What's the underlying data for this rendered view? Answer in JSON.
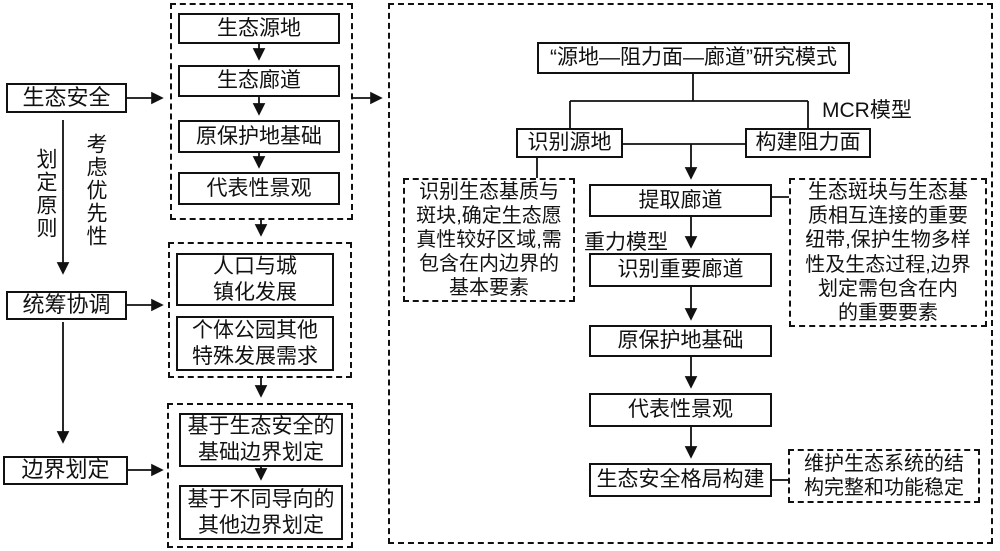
{
  "figure": {
    "left": {
      "eco_security": "生态安全",
      "principles_vertical": "划定原则",
      "priority_vertical": "考虑优先性",
      "coordination": "统筹协调",
      "boundary": "边界划定"
    },
    "middle": {
      "priority_items": [
        "生态源地",
        "生态廊道",
        "原保护地基础",
        "代表性景观"
      ],
      "coordination_items": [
        "人口与城\n镇化发展",
        "个体公园其他\n特殊发展需求"
      ],
      "boundary_items": [
        "基于生态安全的\n基础边界划定",
        "基于不同导向的\n其他边界划定"
      ]
    },
    "right": {
      "title": "“源地—阻力面—廊道”研究模式",
      "mcr_label": "MCR模型",
      "identify_source": "识别源地",
      "build_resistance": "构建阻力面",
      "extract_corridor": "提取廊道",
      "gravity_label": "重力模型",
      "important_corridor": "识别重要廊道",
      "protected_base": "原保护地基础",
      "landscape": "代表性景观",
      "esp_construction": "生态安全格局构建",
      "note_source": "识别生态基质与\n斑块,确定生态愿\n真性较好区域,需\n包含在内边界的\n基本要素",
      "note_corridor": "生态斑块与生态基\n质相互连接的重要\n纽带,保护生物多样\n性及生态过程,边界\n划定需包含在内\n的重要要素",
      "note_esp": "维护生态系统的结\n构完整和功能稳定"
    },
    "colors": {
      "line": "#111111",
      "background": "#ffffff",
      "text": "#111111"
    }
  }
}
